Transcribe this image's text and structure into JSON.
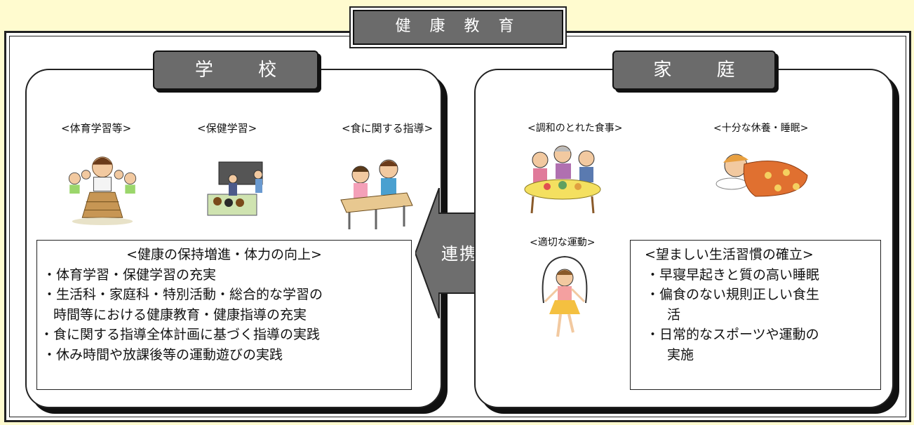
{
  "title": "健 康 教 育",
  "school": {
    "tab": "学 校",
    "captions": [
      "<体育学習等>",
      "<保健学習>",
      "<食に関する指導>"
    ],
    "box_lines": [
      "<健康の保持増進・体力の向上>",
      "・体育学習・保健学習の充実",
      "・生活科・家庭科・特別活動・総合的な学習の",
      "時間等における健康教育・健康指導の充実",
      "・食に関する指導全体計画に基づく指導の実践",
      "・休み時間や放課後等の運動遊びの実践"
    ]
  },
  "link_label": "連携",
  "home": {
    "tab": "家 庭",
    "captions": [
      "<調和のとれた食事>",
      "<十分な休養・睡眠>",
      "<適切な運動>"
    ],
    "box_lines": [
      "<望ましい生活習慣の確立>",
      "・早寝早起きと質の高い睡眠",
      "・偏食のない規則正しい食生",
      "活",
      "・日常的なスポーツや運動の",
      "実施"
    ]
  },
  "colors": {
    "background": "#fffbcf",
    "tab_fill": "#6b6b6b",
    "arrow_fill": "#6e6e6e"
  }
}
